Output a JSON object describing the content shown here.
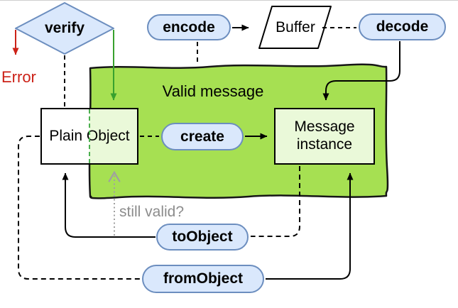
{
  "nodes": {
    "verify": "verify",
    "encode": "encode",
    "buffer": "Buffer",
    "decode": "decode",
    "create": "create",
    "to_object": "toObject",
    "from_object": "fromObject",
    "plain_object": "Plain Object",
    "message_instance": "Message instance",
    "valid_region": "Valid message"
  },
  "annotations": {
    "error": "Error",
    "still_valid": "still valid?"
  },
  "colors": {
    "pill_fill": "#dae8fc",
    "pill_border": "#6c8ebf",
    "region_fill": "#a6e052",
    "region_border": "#161616",
    "light_box_fill": "#eaf9d9",
    "box_border": "#000000",
    "line_black": "#000000",
    "error_red": "#cc2218",
    "green_arrow": "#38a12e",
    "green_dash": "#4caf50",
    "gray_arrow": "#a0a0a0",
    "gray_text": "#8c8c8c"
  }
}
